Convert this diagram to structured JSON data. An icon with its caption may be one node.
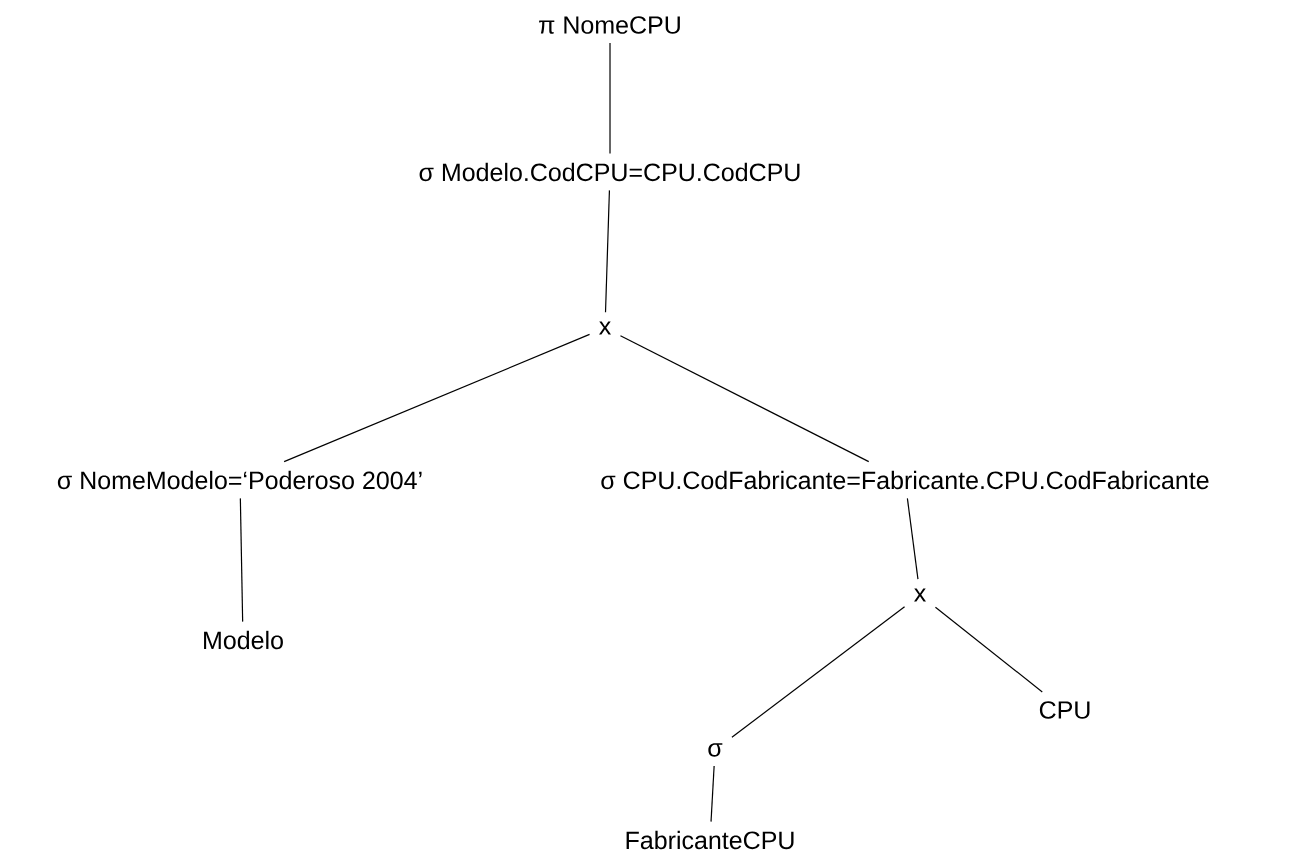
{
  "diagram": {
    "nodes": [
      {
        "text": [
          "π NomeCPU"
        ]
      },
      {
        "text": [
          "σ Modelo.CodCPU=CPU.CodCPU"
        ]
      },
      {
        "text": [
          "x"
        ]
      },
      {
        "text": [
          "σ NomeModelo=‘Poderoso 2004’"
        ]
      },
      {
        "text": [
          "σ CPU.CodFabricante=Fabricante.CPU.CodFabricante"
        ]
      },
      {
        "text": [
          "Modelo"
        ]
      },
      {
        "text": [
          "x"
        ]
      },
      {
        "text": [
          "σ"
        ]
      },
      {
        "text": [
          "CPU"
        ]
      },
      {
        "text": [
          "FabricanteCPU"
        ]
      }
    ],
    "edges": [
      {
        "from": 0,
        "to": 1,
        "arrow": "none"
      },
      {
        "from": 1,
        "to": 2,
        "arrow": "none"
      },
      {
        "from": 2,
        "to": 3,
        "arrow": "none"
      },
      {
        "from": 2,
        "to": 4,
        "arrow": "none"
      },
      {
        "from": 3,
        "to": 5,
        "arrow": "none"
      },
      {
        "from": 4,
        "to": 6,
        "arrow": "none"
      },
      {
        "from": 6,
        "to": 7,
        "arrow": "none"
      },
      {
        "from": 6,
        "to": 8,
        "arrow": "none"
      },
      {
        "from": 7,
        "to": 9,
        "arrow": "none"
      }
    ]
  }
}
